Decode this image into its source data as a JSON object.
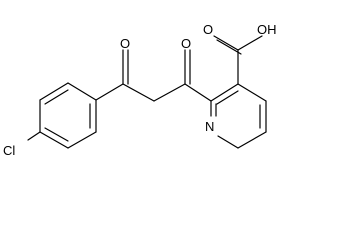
{
  "atom_labels": {
    "chlorine": "Cl",
    "ketone_oxygen_left": "O",
    "ketone_oxygen_right": "O",
    "carboxylic_acid_oxygen": "O",
    "carboxylic_acid_hydroxyl": "OH",
    "pyridine_nitrogen": "N"
  }
}
